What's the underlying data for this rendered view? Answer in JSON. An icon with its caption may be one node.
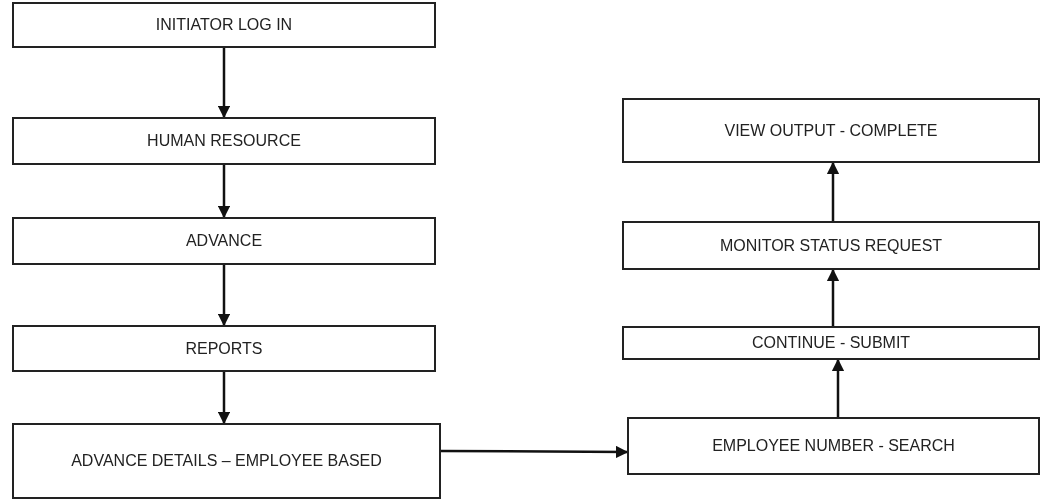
{
  "diagram": {
    "nodes": [
      {
        "text": [
          "INITIATOR LOG IN"
        ]
      },
      {
        "text": [
          "HUMAN RESOURCE"
        ]
      },
      {
        "text": [
          "ADVANCE"
        ]
      },
      {
        "text": [
          "REPORTS"
        ]
      },
      {
        "text": [
          "ADVANCE DETAILS – EMPLOYEE BASED"
        ]
      },
      {
        "text": [
          "EMPLOYEE NUMBER - SEARCH"
        ]
      },
      {
        "text": [
          "CONTINUE - SUBMIT"
        ]
      },
      {
        "text": [
          "MONITOR STATUS REQUEST"
        ]
      },
      {
        "text": [
          "VIEW OUTPUT - COMPLETE"
        ]
      }
    ],
    "edges": [
      {
        "from": 0,
        "to": 1,
        "arrow": "to"
      },
      {
        "from": 1,
        "to": 2,
        "arrow": "to"
      },
      {
        "from": 2,
        "to": 3,
        "arrow": "to"
      },
      {
        "from": 3,
        "to": 4,
        "arrow": "to"
      },
      {
        "from": 4,
        "to": 5,
        "arrow": "to"
      },
      {
        "from": 5,
        "to": 6,
        "arrow": "to"
      },
      {
        "from": 6,
        "to": 7,
        "arrow": "to"
      },
      {
        "from": 7,
        "to": 8,
        "arrow": "to"
      }
    ]
  }
}
